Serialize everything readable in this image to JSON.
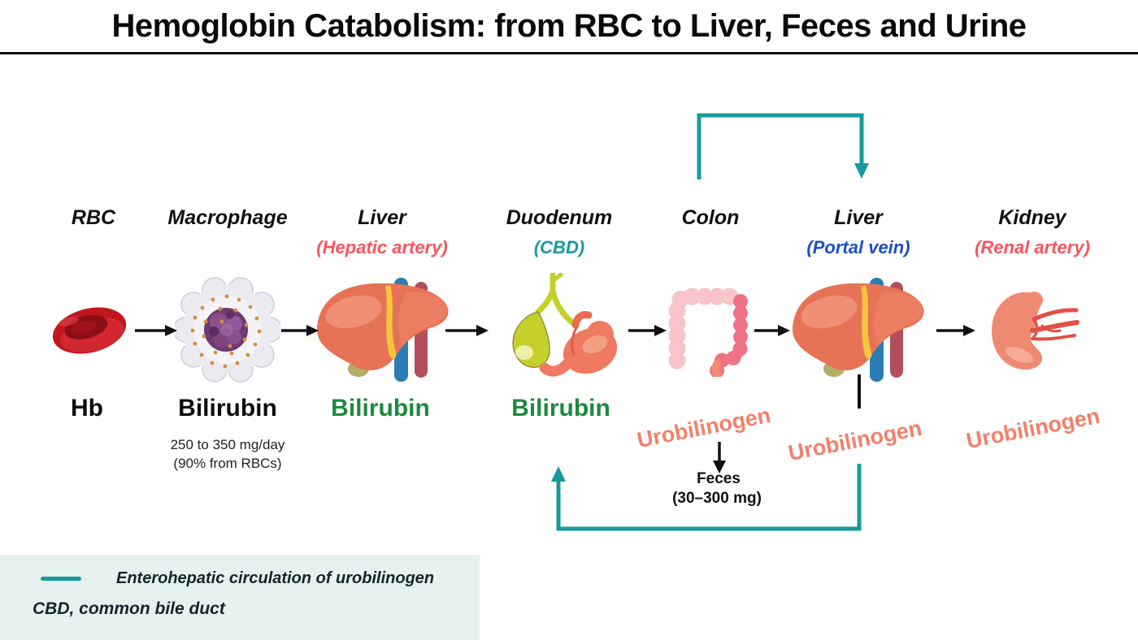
{
  "title": "Hemoglobin Catabolism: from RBC to Liver, Feces and Urine",
  "flow": {
    "columns": [
      {
        "organ": "RBC",
        "illustration": "red-blood-cell-icon",
        "product": "Hb"
      },
      {
        "organ": "Macrophage",
        "illustration": "macrophage-icon",
        "product": "Bilirubin",
        "note_line1": "250 to 350 mg/day",
        "note_line2": "(90% from RBCs)"
      },
      {
        "organ": "Liver",
        "vessel": "(Hepatic artery)",
        "illustration": "liver-icon",
        "product": "Bilirubin"
      },
      {
        "organ": "Duodenum",
        "vessel": "(CBD)",
        "illustration": "gallbladder-stomach-icon",
        "product": "Bilirubin"
      },
      {
        "organ": "Colon",
        "illustration": "colon-icon",
        "product": "Urobilinogen",
        "feces": {
          "label": "Feces",
          "amount": "(30–300 mg)"
        }
      },
      {
        "organ": "Liver",
        "vessel": "(Portal vein)",
        "illustration": "liver-icon",
        "product": "Urobilinogen"
      },
      {
        "organ": "Kidney",
        "vessel": "(Renal artery)",
        "illustration": "kidney-icon",
        "product": "Urobilinogen"
      }
    ]
  },
  "legend": {
    "circulation_label": "Enterohepatic circulation of urobilinogen",
    "abbreviation_note": "CBD, common bile duct"
  },
  "colors": {
    "teal": "#179a9d",
    "salmon": "#f3806a",
    "green": "#1d8a3e",
    "red_vessel": "#fa545f",
    "blue_vessel": "#1e4fc2",
    "legend_bg": "#e6f2f0"
  }
}
